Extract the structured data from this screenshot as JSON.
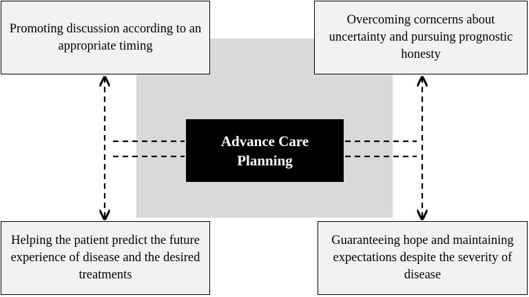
{
  "diagram": {
    "center": {
      "label": "Advance Care Planning"
    },
    "boxes": {
      "top_left": "Promoting discussion according to an appropriate timing",
      "top_right": "Overcoming corncerns about uncertainty and pursuing prognostic honesty",
      "bottom_left": "Helping the patient predict the future experience of disease and the desired treatments",
      "bottom_right": "Guaranteeing hope and maintaining expectations despite the severity of disease"
    },
    "colors": {
      "background_square": "#d9d9d9",
      "box_fill": "#f2f2f2",
      "center_fill": "#000000",
      "center_text": "#ffffff",
      "connector": "#000000"
    },
    "connector_style": "dashed double-headed arrows"
  }
}
